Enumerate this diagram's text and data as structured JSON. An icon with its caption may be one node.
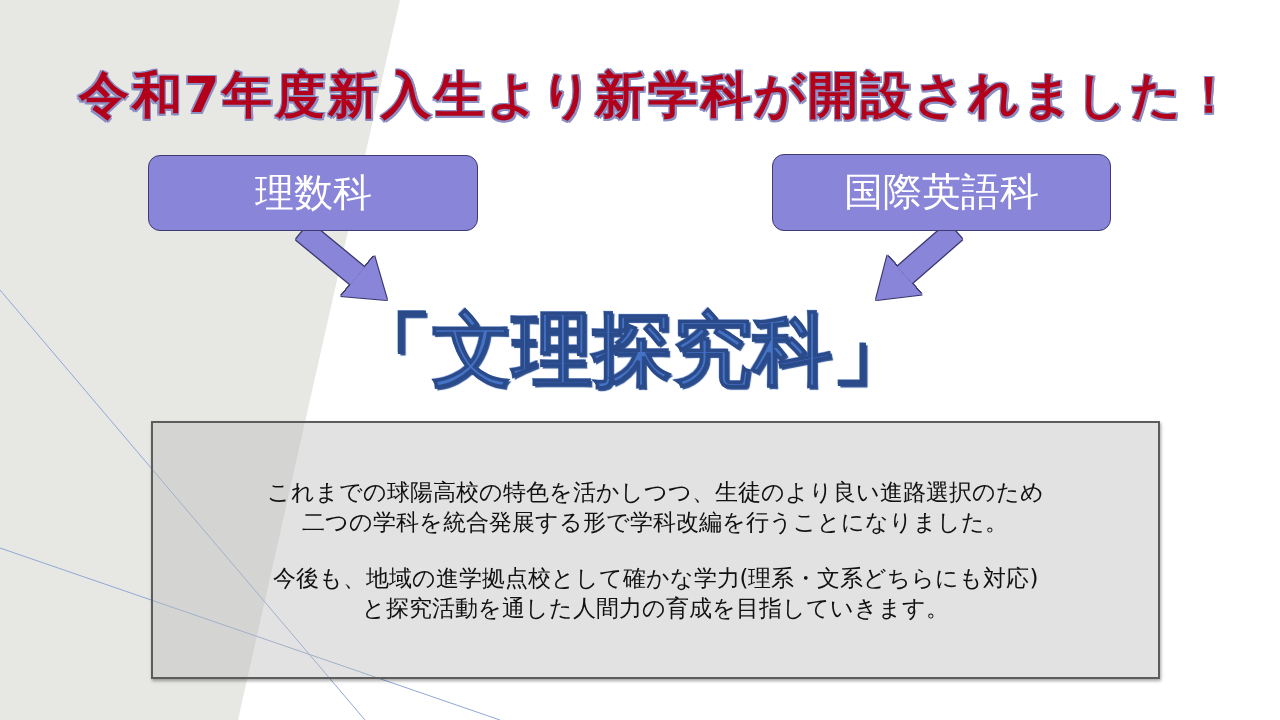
{
  "diagram": {
    "title": "令和7年度新入生より新学科が開設されました！",
    "nodes": [
      {
        "text": [
          "理数科"
        ]
      },
      {
        "text": [
          "国際英語科"
        ]
      },
      {
        "text": [
          "「文理探究科」"
        ]
      },
      {
        "text": [
          "これまでの球陽高校の特色を活かしつつ、生徒のより良い進路選択のため二つの学科を統合発展する形で学科改編を行うことになりました。",
          "今後も、地域の進学拠点校として確かな学力(理系・文系どちらにも対応)と探究活動を通した人間力の育成を目指していきます。"
        ]
      }
    ],
    "edges": [
      {
        "from": 0,
        "to": 2,
        "arrow": "to"
      },
      {
        "from": 1,
        "to": 2,
        "arrow": "to"
      }
    ]
  }
}
